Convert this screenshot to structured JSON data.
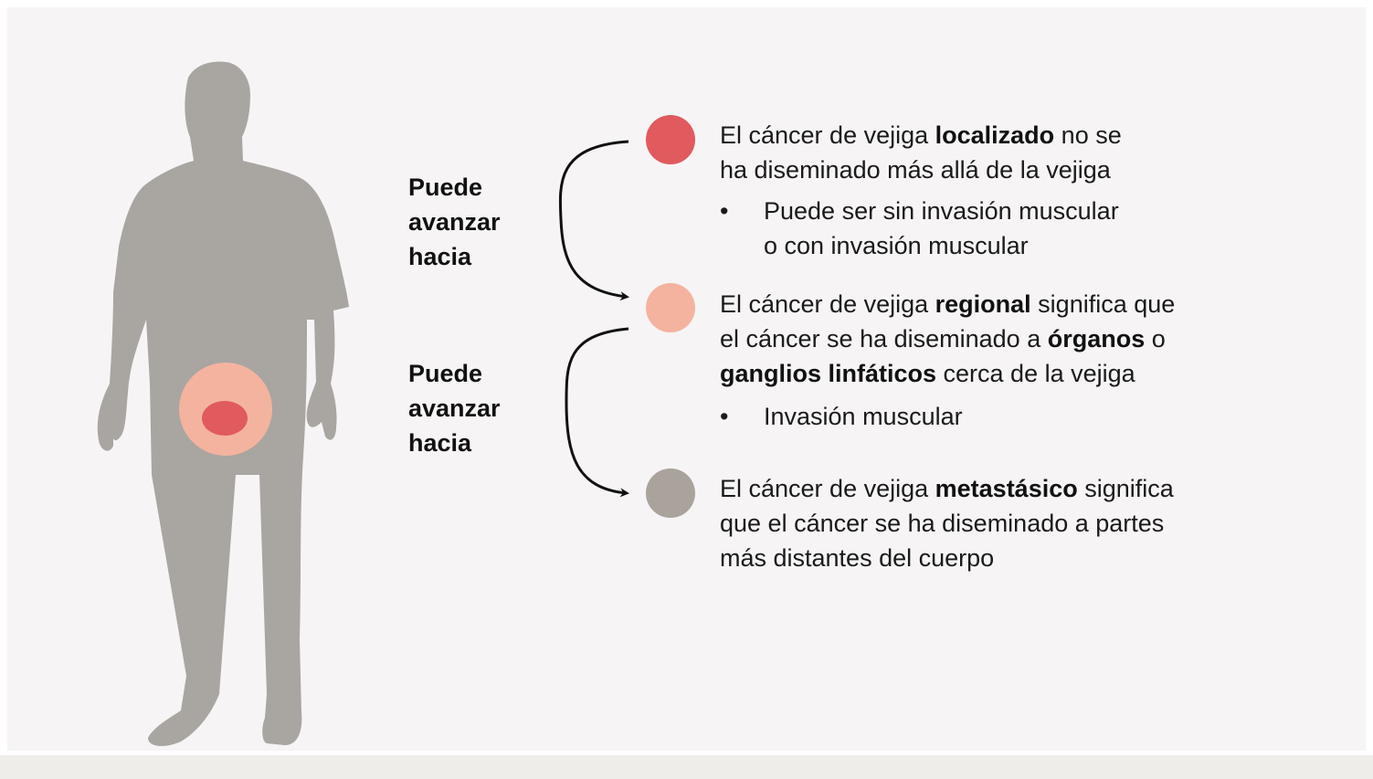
{
  "colors": {
    "localized": "#e05a5e",
    "regional": "#f4b39f",
    "metastatic": "#aaa39c",
    "silhouette": "#a9a5a1",
    "arrow": "#111111"
  },
  "labels": {
    "advance_1": [
      "Puede",
      "avanzar",
      "hacia"
    ],
    "advance_2": [
      "Puede",
      "avanzar",
      "hacia"
    ]
  },
  "stages": {
    "localized": {
      "line1_pre": "El cáncer de vejiga ",
      "line1_bold": "localizado",
      "line1_post": " no se",
      "line2": "ha diseminado más allá de la vejiga",
      "bullet_line1": "Puede ser sin invasión muscular",
      "bullet_line2": "o con invasión muscular"
    },
    "regional": {
      "line1_pre": "El cáncer de vejiga ",
      "line1_bold": "regional",
      "line1_post": " significa que",
      "line2_pre": "el cáncer se ha diseminado a ",
      "line2_bold": "órganos",
      "line2_post": " o",
      "line3_bold": "ganglios linfáticos",
      "line3_post": " cerca de la vejiga",
      "bullet_line1": "Invasión muscular"
    },
    "metastatic": {
      "line1_pre": "El cáncer de vejiga ",
      "line1_bold": "metastásico",
      "line1_post": " significa",
      "line2": "que el cáncer se ha diseminado a partes",
      "line3": "más distantes del cuerpo"
    }
  },
  "bullet_char": "•"
}
